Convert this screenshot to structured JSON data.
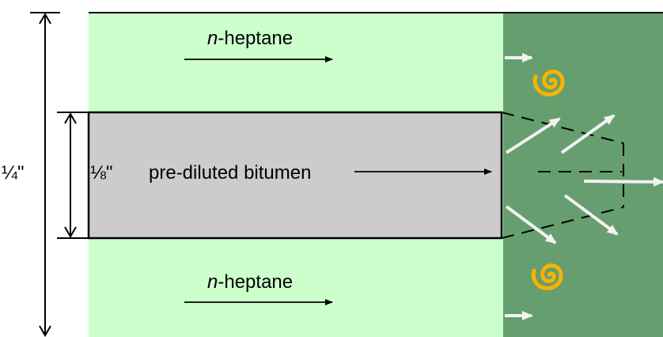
{
  "labels": {
    "heptane_top_italic": "n",
    "heptane_top_rest": "-heptane",
    "heptane_bottom_italic": "n",
    "heptane_bottom_rest": "-heptane",
    "bitumen": "pre-diluted bitumen",
    "outer_dim": "¼\"",
    "inner_dim": "⅛\""
  },
  "colors": {
    "heptane_region": "#ccffcc",
    "mixing_region": "#669e70",
    "bitumen_core": "#cccccc",
    "white_arrows": "#f2f2f2",
    "vortex": "#f5b400"
  },
  "icons": [
    "vortex-icon",
    "flow-arrow"
  ]
}
